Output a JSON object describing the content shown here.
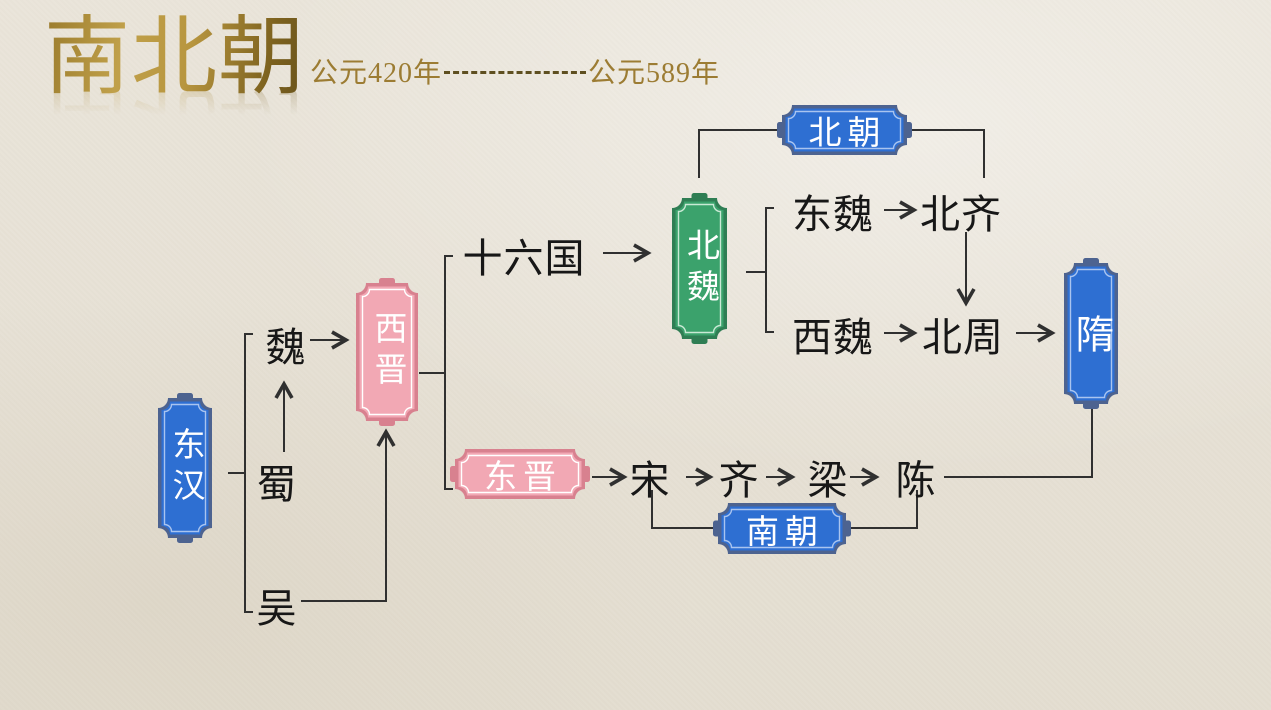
{
  "title": {
    "text": "南北朝"
  },
  "timeline": {
    "start": "公元420年",
    "end": "公元589年"
  },
  "palette": {
    "blue_fill": "#2e6fd2",
    "blue_border": "#4d6390",
    "blue_inner": "#a9c4ef",
    "green_fill": "#3ba26c",
    "green_border": "#2f7e54",
    "green_inner": "#c9e9d5",
    "pink_fill": "#f2a8b4",
    "pink_border": "#d8818f",
    "pink_inner": "#ffffff",
    "line": "#303030",
    "gold": "#9c7c33",
    "ink": "#171717"
  },
  "nodes": {
    "dong_han": "东汉",
    "wei": "魏",
    "shu": "蜀",
    "wu": "吴",
    "xi_jin": "西晋",
    "shiliuguo": "十六国",
    "dong_jin": "东晋",
    "bei_wei": "北魏",
    "bei_chao": "北朝",
    "dong_wei": "东魏",
    "bei_qi": "北齐",
    "xi_wei": "西魏",
    "bei_zhou": "北周",
    "sui": "隋",
    "nan_chao": "南朝",
    "song": "宋",
    "qi": "齐",
    "liang": "梁",
    "chen": "陈"
  }
}
